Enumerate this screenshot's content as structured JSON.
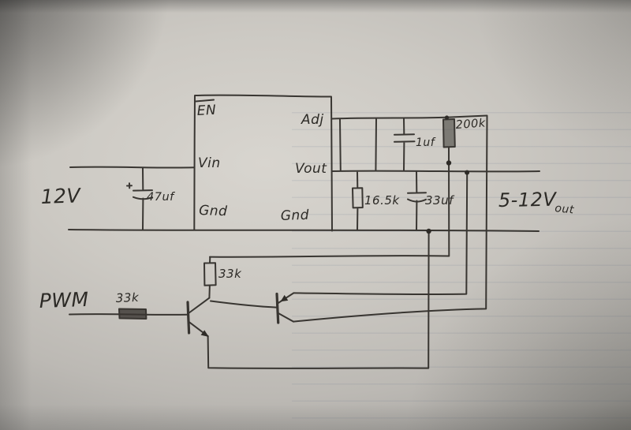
{
  "photo": {
    "ink_color": "#2e2b27",
    "paper_color": "#c9c6c0"
  },
  "ic": {
    "pin_en": "EN",
    "pin_adj": "Adj",
    "pin_vin": "Vin",
    "pin_vout": "Vout",
    "pin_gnd_left": "Gnd",
    "pin_gnd_right": "Gnd"
  },
  "components": {
    "input_voltage": "12V",
    "input_capacitor": "47uf",
    "adj_capacitor": "1uf",
    "feedback_resistor_top": "200k",
    "feedback_resistor_bottom": "16.5k",
    "output_capacitor": "33uf",
    "output_voltage": "5-12V",
    "output_subscript": "out",
    "pwm_label": "PWM",
    "pwm_series_resistor": "33k",
    "collector_resistor": "33k"
  }
}
